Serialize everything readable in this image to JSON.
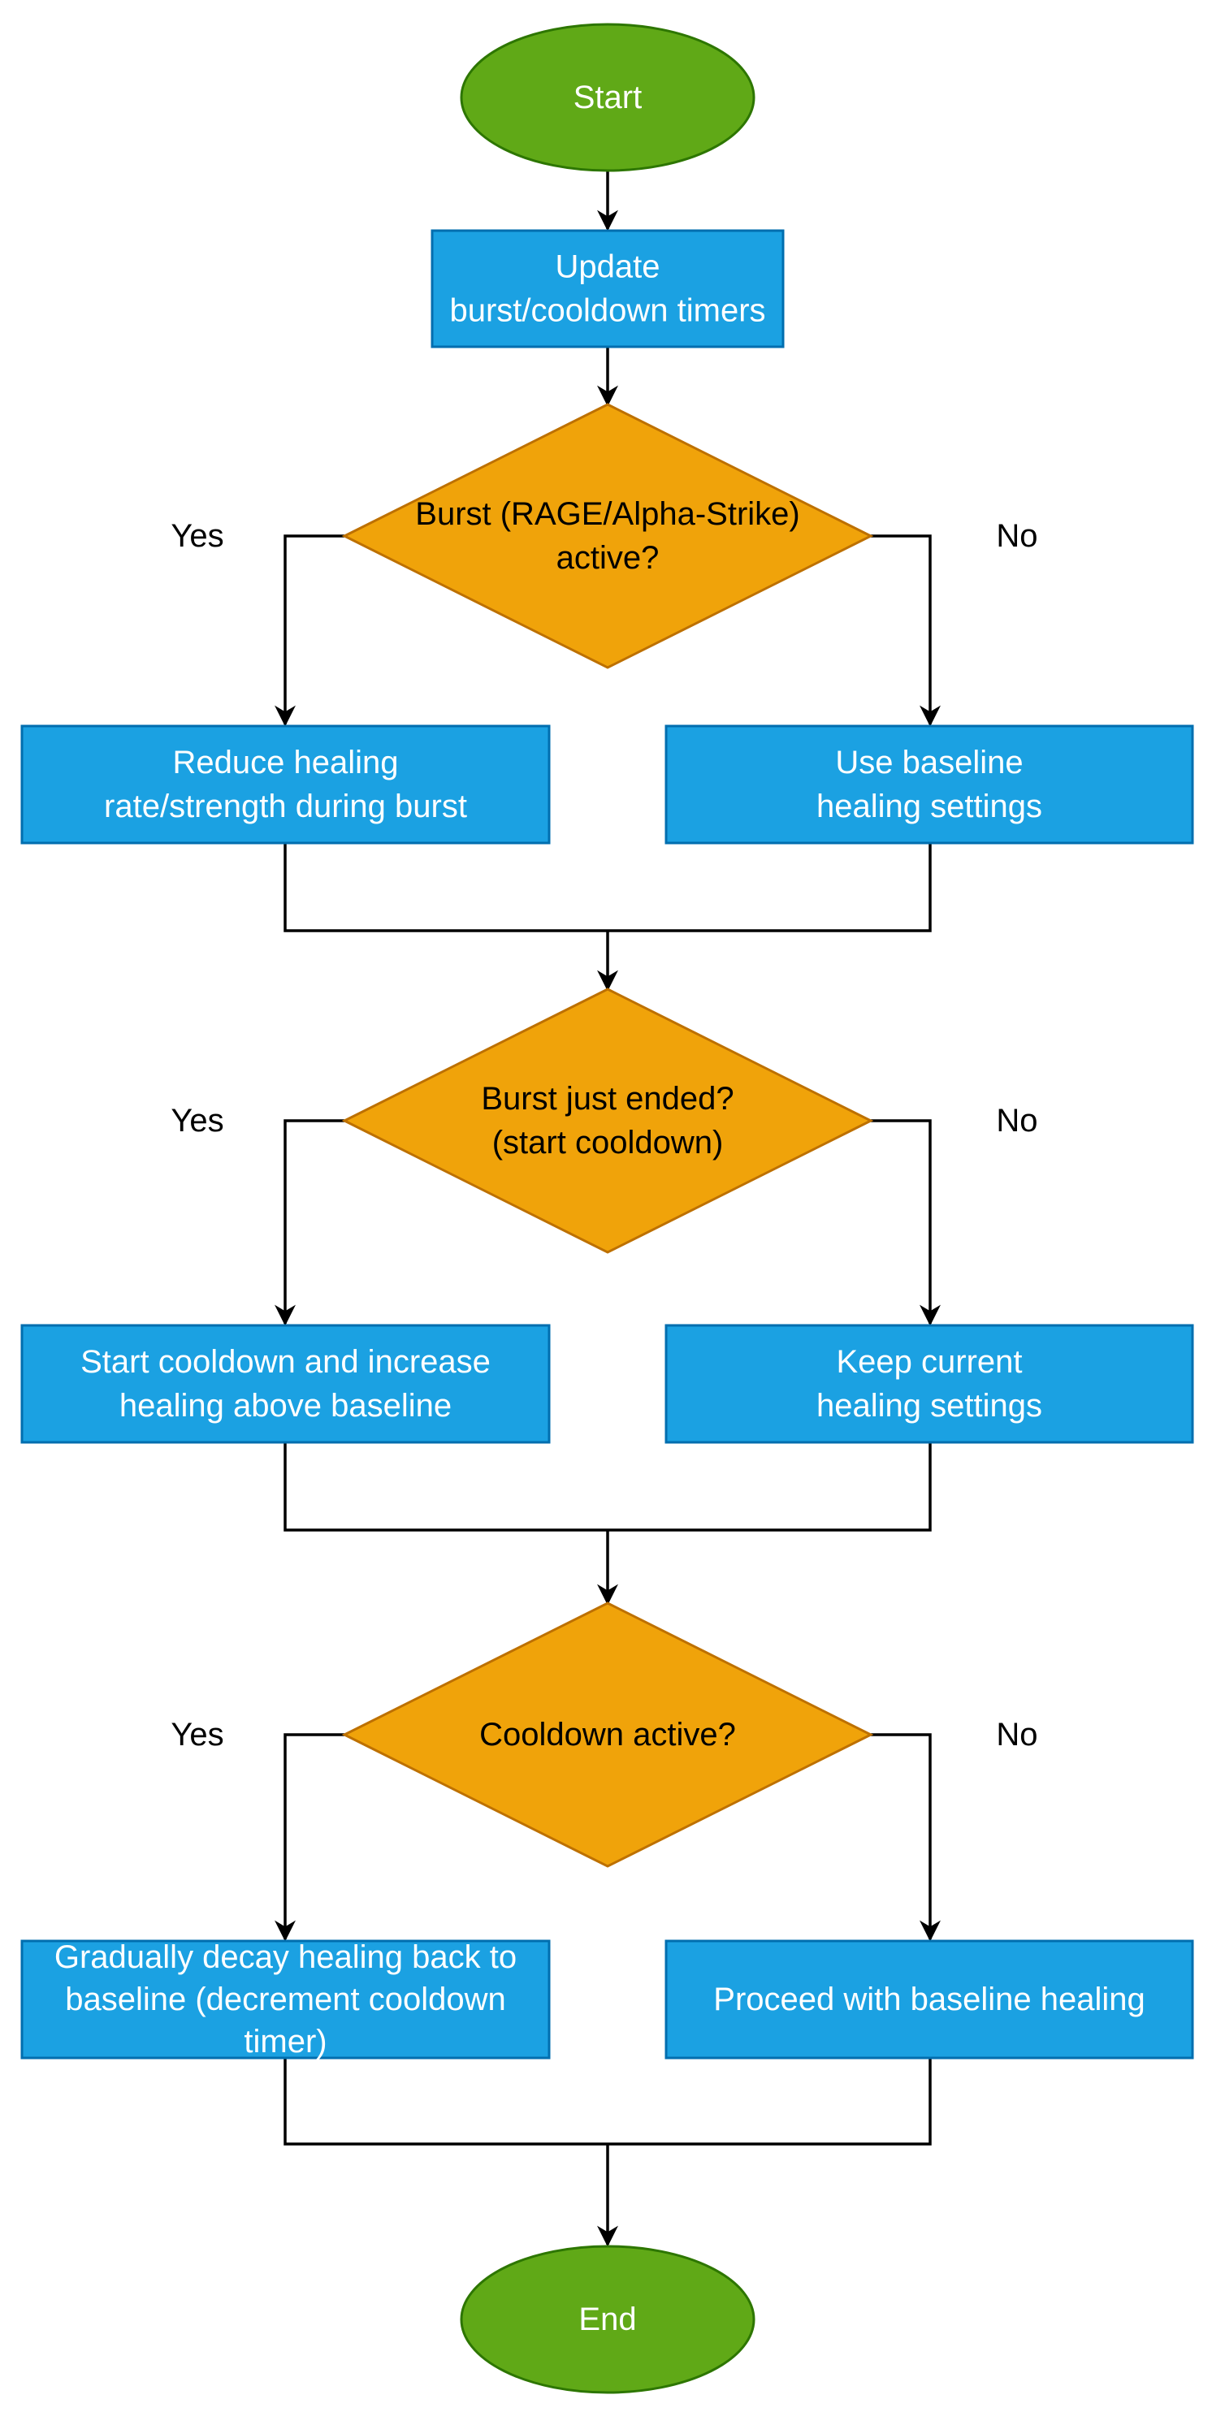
{
  "colors": {
    "terminal_fill": "#60a917",
    "terminal_stroke": "#2d7600",
    "process_fill": "#1ba1e2",
    "process_stroke": "#006eaf",
    "decision_fill": "#f0a30a",
    "decision_stroke": "#bd7000",
    "edge": "#000000"
  },
  "nodes": {
    "start": {
      "label": "Start"
    },
    "update_timers": {
      "lines": [
        "Update",
        "burst/cooldown timers"
      ]
    },
    "decision_burst": {
      "lines": [
        "Burst (RAGE/Alpha-Strike)",
        "active?"
      ]
    },
    "reduce_healing": {
      "lines": [
        "Reduce healing",
        "rate/strength during burst"
      ]
    },
    "baseline_healing": {
      "lines": [
        "Use baseline",
        "healing settings"
      ]
    },
    "decision_burst_ended": {
      "lines": [
        "Burst just ended?",
        "(start cooldown)"
      ]
    },
    "start_cooldown": {
      "lines": [
        "Start cooldown and increase",
        "healing above baseline"
      ]
    },
    "keep_healing": {
      "lines": [
        "Keep current",
        "healing settings"
      ]
    },
    "decision_cooldown": {
      "lines": [
        "Cooldown active?"
      ]
    },
    "decay_healing": {
      "lines": [
        "Gradually decay healing back to",
        "baseline (decrement cooldown",
        "timer)"
      ]
    },
    "proceed_baseline": {
      "lines": [
        "Proceed with baseline healing"
      ]
    },
    "end": {
      "label": "End"
    }
  },
  "branch_labels": {
    "d1_yes": "Yes",
    "d1_no": "No",
    "d2_yes": "Yes",
    "d2_no": "No",
    "d3_yes": "Yes",
    "d3_no": "No"
  }
}
